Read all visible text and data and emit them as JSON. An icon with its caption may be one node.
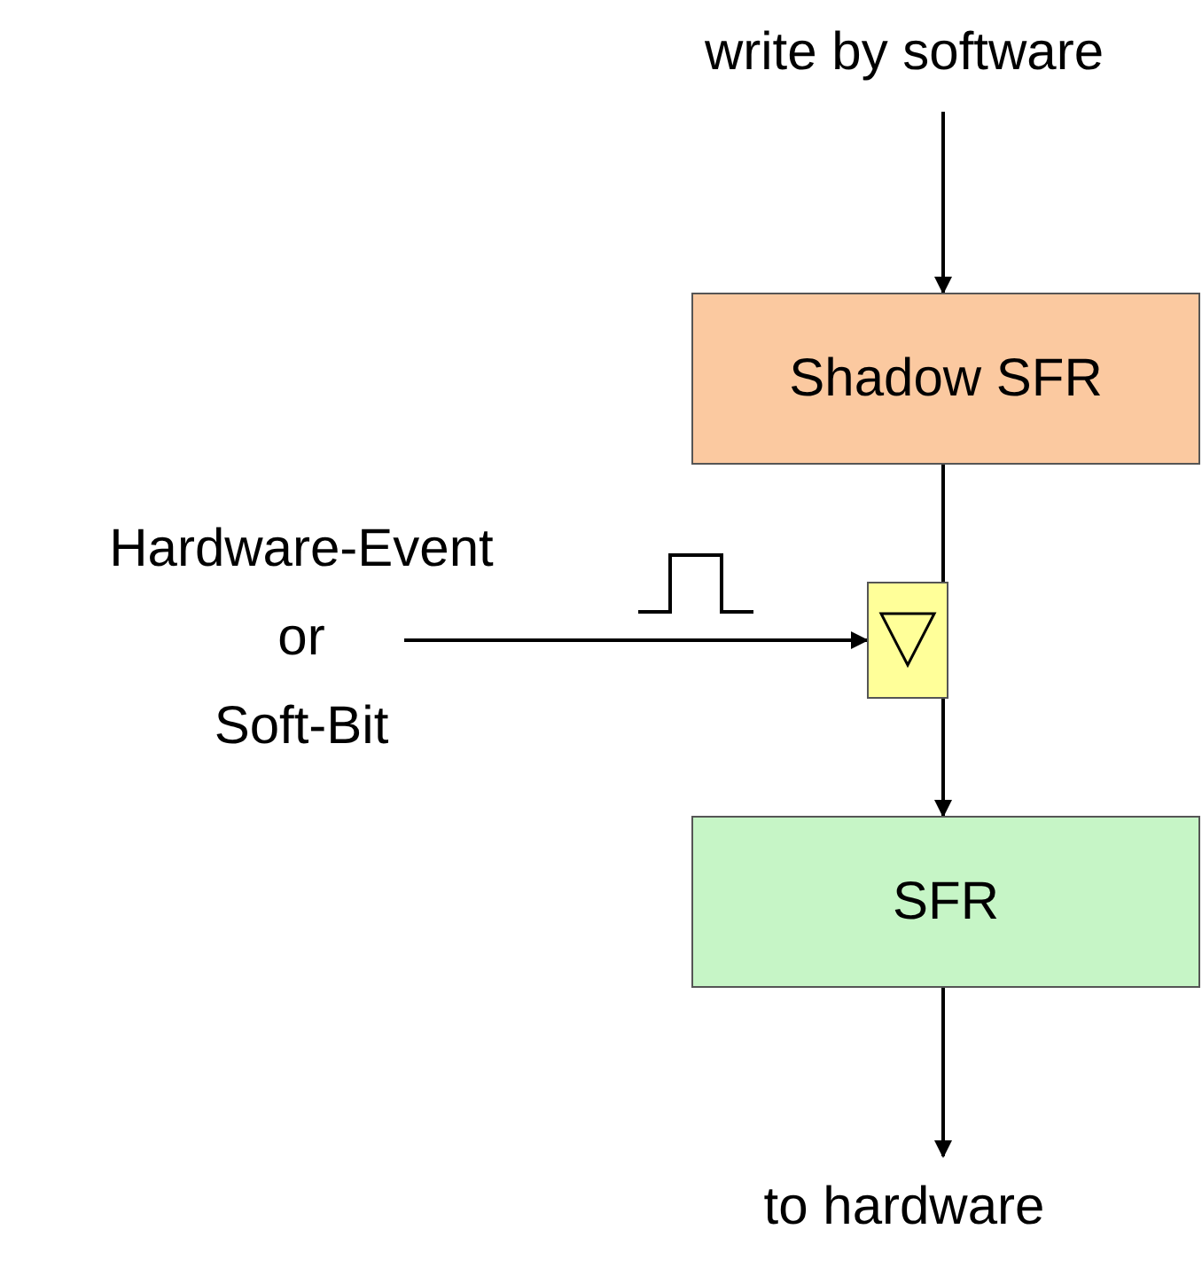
{
  "diagram": {
    "nodes": [
      {
        "text": [
          "write by software"
        ]
      },
      {
        "text": [
          "Shadow SFR"
        ]
      },
      {
        "text": [
          "Hardware-Event or Soft-Bit"
        ]
      },
      {
        "text": [],
        "shape": "box"
      },
      {
        "text": [
          "SFR"
        ]
      },
      {
        "text": [
          "to hardware"
        ]
      }
    ],
    "edges": [
      {
        "from": 0,
        "to": 1,
        "arrow": "to"
      },
      {
        "from": 1,
        "to": 3,
        "arrow": "none"
      },
      {
        "from": 2,
        "to": 3,
        "arrow": "to"
      },
      {
        "from": 3,
        "to": 4,
        "arrow": "to"
      },
      {
        "from": 4,
        "to": 5,
        "arrow": "to"
      }
    ]
  }
}
